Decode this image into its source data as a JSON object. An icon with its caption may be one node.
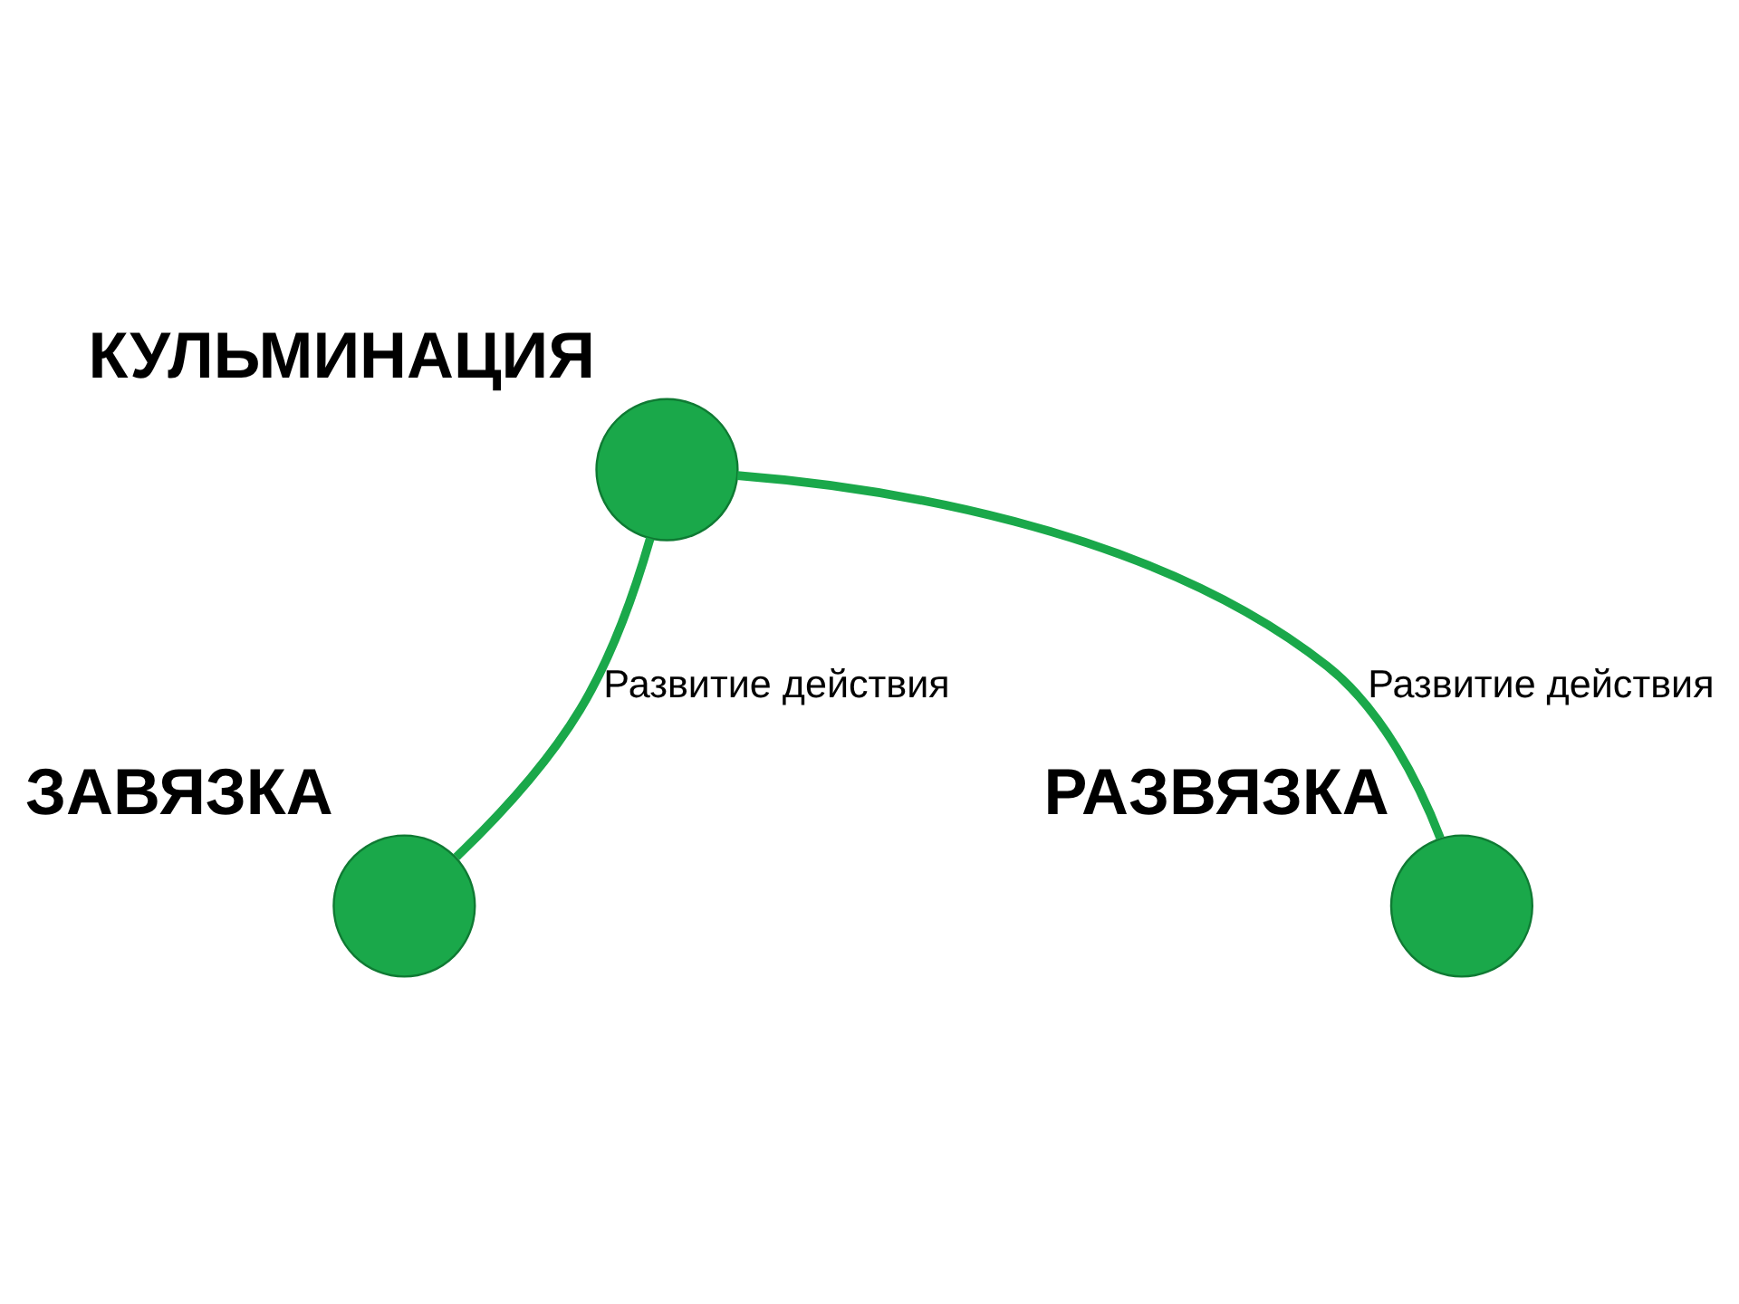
{
  "diagram": {
    "nodes": [
      {
        "text": [
          "ЗАВЯЗКА"
        ]
      },
      {
        "text": [
          "КУЛЬМИНАЦИЯ"
        ]
      },
      {
        "text": [
          "РАЗВЯЗКА"
        ]
      }
    ],
    "edges": [
      {
        "from": 0,
        "to": 1,
        "arrow": "none",
        "label": "Развитие действия"
      },
      {
        "from": 1,
        "to": 2,
        "arrow": "none",
        "label": "Развитие действия"
      }
    ]
  }
}
